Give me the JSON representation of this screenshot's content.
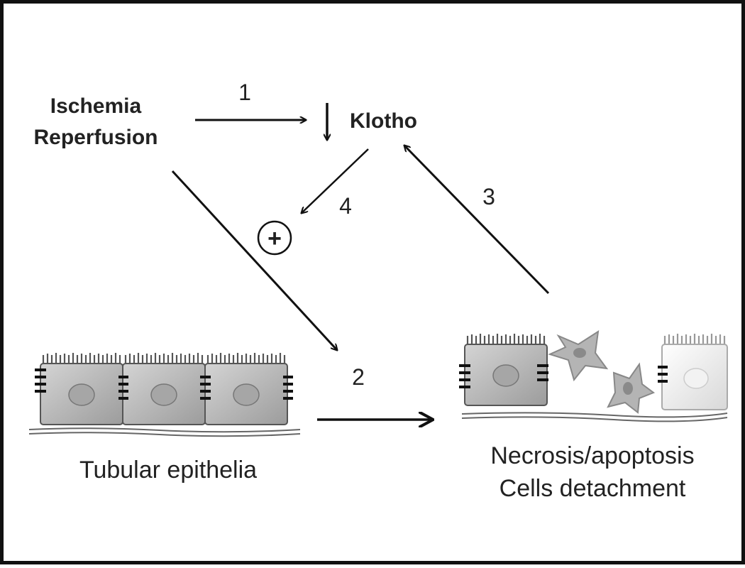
{
  "labels": {
    "ischemia_line1": "Ischemia",
    "ischemia_line2": "Reperfusion",
    "klotho": "Klotho",
    "klotho_arrow": "down",
    "step1": "1",
    "step2": "2",
    "step3": "3",
    "step4": "4",
    "plus": "+",
    "tubular": "Tubular epithelia",
    "necrosis_line1": "Necrosis/apoptosis",
    "necrosis_line2": "Cells detachment"
  },
  "colors": {
    "stroke": "#111111",
    "cell_fill": "#bdbdbd",
    "cell_light": "#f0f0f0",
    "nucleus": "#9a9a9a",
    "detached_cell": "#b0b0b0"
  }
}
